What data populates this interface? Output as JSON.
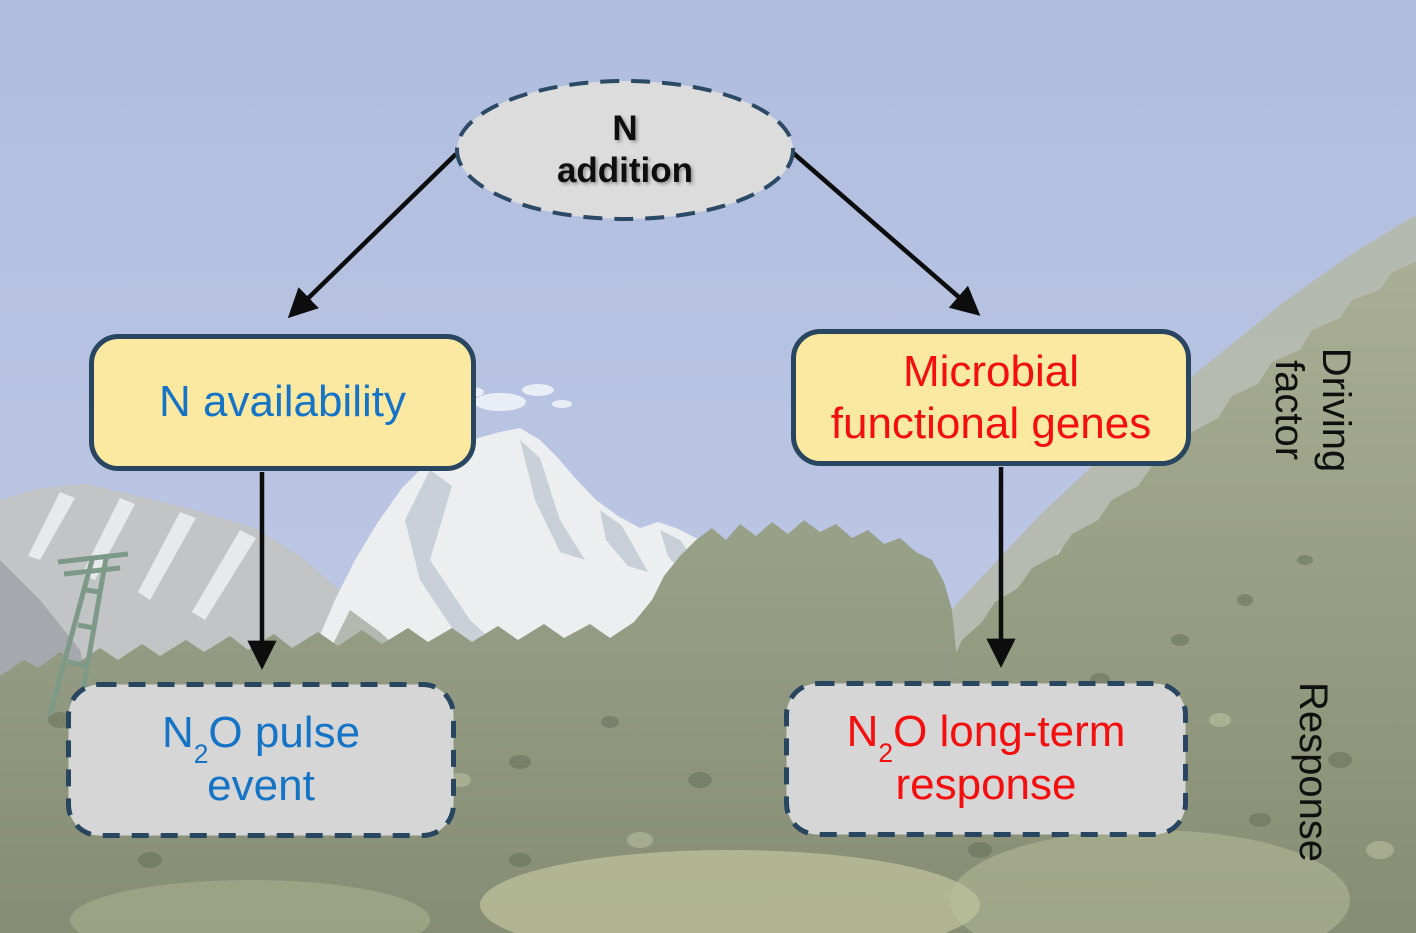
{
  "figure": {
    "top_node": {
      "line1": "N",
      "line2": "addition"
    },
    "driver_left": {
      "label": "N availability"
    },
    "driver_right": {
      "line1": "Microbial",
      "line2": "functional genes"
    },
    "response_left": {
      "n": "N",
      "sub": "2",
      "rest": "O pulse",
      "line2": "event"
    },
    "response_right": {
      "n": "N",
      "sub": "2",
      "rest": "O long-term",
      "line2": "response"
    },
    "axis_labels": {
      "driving": "Driving factor",
      "response": "Response"
    }
  },
  "colors": {
    "sky": "#b7c3e1",
    "ellipse_fill": "#dcdcdc",
    "box_fill_yellow": "#fce9a1",
    "box_fill_gray": "#d6d6d6",
    "outline_navy": "#28465f",
    "text_blue": "#1674c6",
    "text_red": "#f40e0e",
    "text_black": "#0e0e0e",
    "arrow_black": "#0d0d0d"
  }
}
